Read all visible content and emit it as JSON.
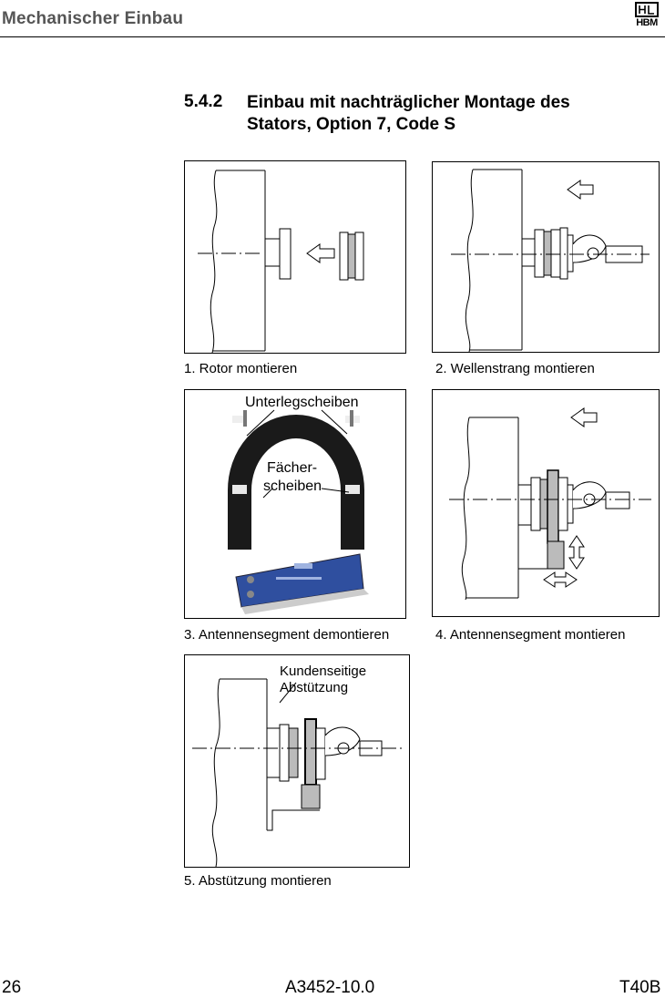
{
  "header": {
    "section_title": "Mechanischer Einbau",
    "logo_text": "HBM"
  },
  "section": {
    "number": "5.4.2",
    "title_line1": "Einbau mit nachträglicher Montage des",
    "title_line2": "Stators, Option 7, Code S"
  },
  "figures": [
    {
      "caption": "1. Rotor montieren"
    },
    {
      "caption": "2. Wellenstrang montieren"
    },
    {
      "caption": "3. Antennensegment demontieren",
      "label_washers": "Unterlegscheiben",
      "label_fan_line1": "Fächer-",
      "label_fan_line2": "scheiben"
    },
    {
      "caption": "4. Antennensegment montieren"
    },
    {
      "caption": "5. Abstützung montieren",
      "label_support_line1": "Kundenseitige",
      "label_support_line2": "Abstützung"
    }
  ],
  "footer": {
    "page_number": "26",
    "doc_number": "A3452-10.0",
    "product": "T40B"
  }
}
